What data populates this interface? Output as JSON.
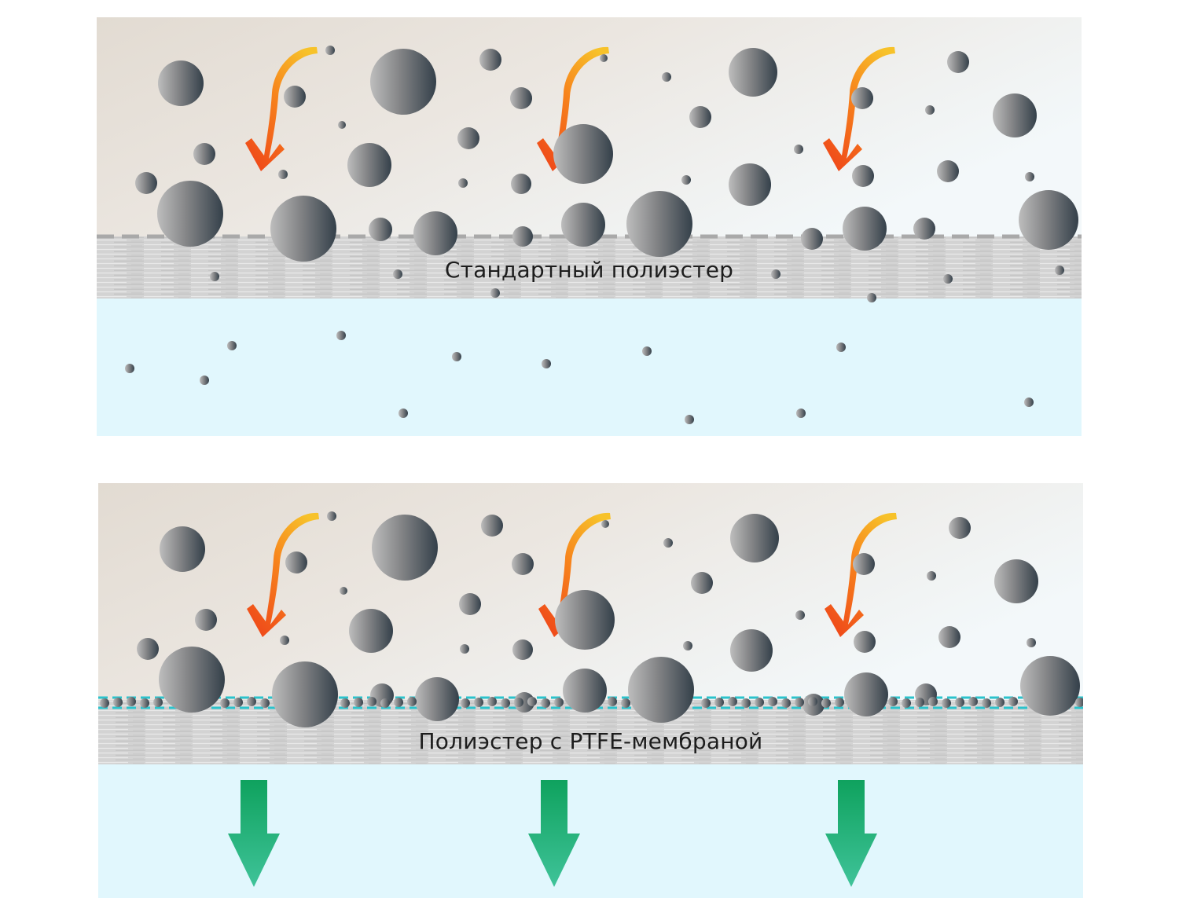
{
  "panels": [
    {
      "id": "standard",
      "label": "Стандартный полиэстер",
      "membrane": false,
      "colors": {
        "dust_zone": "#e2dbd2",
        "clean_zone": "#e1f7fd",
        "line": "#a9a9a9"
      }
    },
    {
      "id": "ptfe",
      "label": "Полиэстер с PTFE-мембраной",
      "membrane": true,
      "colors": {
        "dust_zone": "#e2dbd2",
        "clean_zone": "#e1f7fd",
        "line": "#2bc3cc",
        "flow_arrow": "#17a873"
      }
    }
  ]
}
